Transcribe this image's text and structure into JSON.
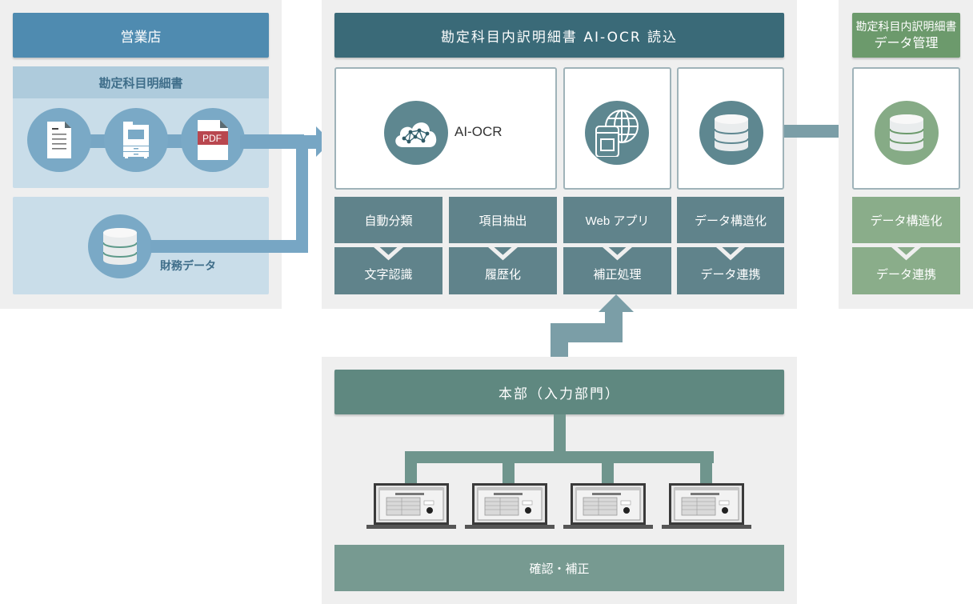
{
  "branch": {
    "title": "営業店",
    "statement_section": {
      "title": "勘定科目明細書",
      "icons": [
        "document-icon",
        "copier-icon",
        "pdf-icon"
      ],
      "pdf_label": "PDF"
    },
    "finance_data_label": "財務データ"
  },
  "ocr_system": {
    "title": "勘定科目内訳明細書 AI-OCR 読込",
    "modules": [
      {
        "icon": "ai-cloud-network-icon",
        "label": "AI-OCR"
      },
      {
        "icon": "web-app-globe-icon",
        "label": ""
      },
      {
        "icon": "database-icon",
        "label": ""
      }
    ],
    "steps": [
      {
        "top": "自動分類",
        "bottom": "文字認識"
      },
      {
        "top": "項目抽出",
        "bottom": "履歴化"
      },
      {
        "top": "Web アプリ",
        "bottom": "補正処理"
      },
      {
        "top": "データ構造化",
        "bottom": "データ連携"
      }
    ]
  },
  "data_management": {
    "title_line1": "勘定科目内訳明細書",
    "title_line2": "データ管理",
    "steps": {
      "top": "データ構造化",
      "bottom": "データ連携"
    }
  },
  "headquarters": {
    "title": "本部（入力部門）",
    "laptop_count": 4,
    "footer": "確認・補正"
  },
  "colors": {
    "branch_header": "#4f8bb0",
    "branch_light": "#c9dde9",
    "branch_mid": "#aecbdc",
    "branch_circle": "#7aa9c6",
    "ocr_header": "#3a6a78",
    "ocr_step": "#60838b",
    "ocr_circle": "#5e8790",
    "dm_header": "#6c9a6c",
    "dm_step": "#8aad8a",
    "hq_header": "#5f8880",
    "hq_footer": "#779a91",
    "arrow_blue": "#77a6c4",
    "arrow_gray": "#7b9ea7"
  }
}
